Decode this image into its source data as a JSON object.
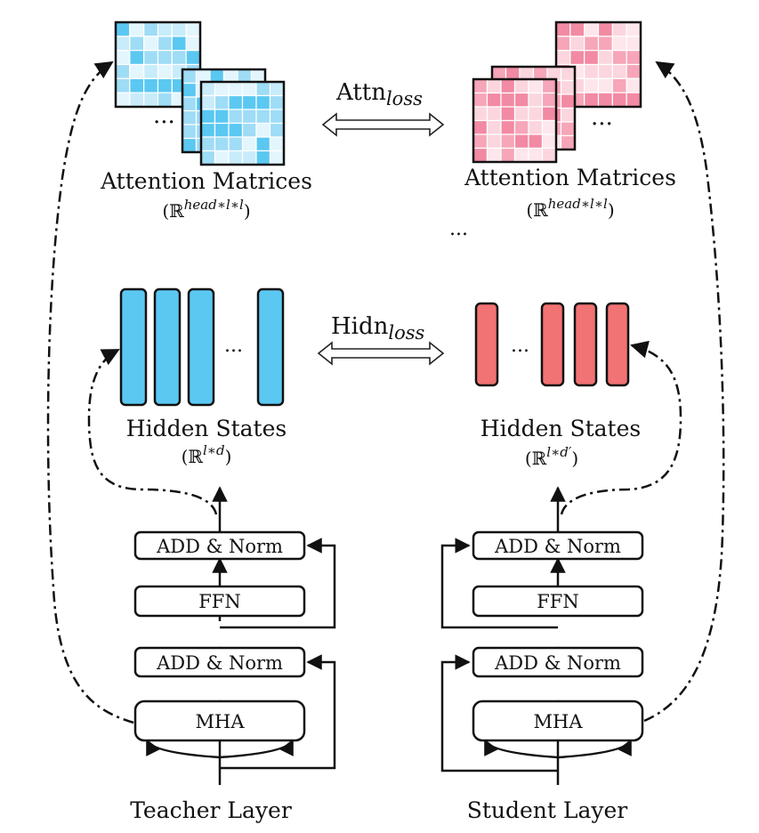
{
  "teacher": {
    "attn_title": "Attention Matrices",
    "attn_dim": "(ℝhead∗l∗l)",
    "hidden_title": "Hidden States",
    "hidden_dim": "(ℝl∗d)",
    "layer_label": "Teacher Layer",
    "blocks": {
      "add_norm_top": "ADD & Norm",
      "ffn": "FFN",
      "add_norm_bottom": "ADD & Norm",
      "mha": "MHA"
    }
  },
  "student": {
    "attn_title": "Attention Matrices",
    "attn_dim": "(ℝhead∗l∗l)",
    "hidden_title": "Hidden States",
    "hidden_dim": "(ℝl∗d′)",
    "layer_label": "Student Layer",
    "blocks": {
      "add_norm_top": "ADD & Norm",
      "ffn": "FFN",
      "add_norm_bottom": "ADD & Norm",
      "mha": "MHA"
    }
  },
  "losses": {
    "attn": "Attn",
    "attn_sub": "loss",
    "hidn": "Hidn",
    "hidn_sub": "loss"
  },
  "ellipsis": "...",
  "colors": {
    "teacher_fill": "#5bc8f2",
    "teacher_light": "#c8ecfa",
    "teacher_mid": "#9fdcf6",
    "student_fill": "#f27373",
    "student_light": "#fbd6de",
    "student_mid": "#f6a6b8"
  }
}
